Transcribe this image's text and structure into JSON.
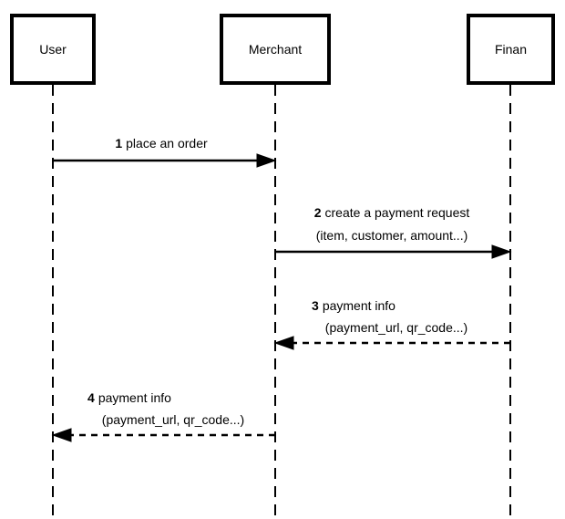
{
  "diagram_type": "uml-sequence",
  "colors": {
    "background": "#ffffff",
    "stroke": "#000000",
    "text": "#000000"
  },
  "actors": [
    {
      "id": "user",
      "label": "User"
    },
    {
      "id": "merchant",
      "label": "Merchant"
    },
    {
      "id": "finan",
      "label": "Finan"
    }
  ],
  "messages": [
    {
      "seq": "1",
      "label": "place an order",
      "params": "",
      "from": "User",
      "to": "Merchant",
      "line_style": "solid"
    },
    {
      "seq": "2",
      "label": "create a payment request",
      "params": "(item, customer, amount...)",
      "from": "Merchant",
      "to": "Finan",
      "line_style": "solid"
    },
    {
      "seq": "3",
      "label": "payment info",
      "params": "(payment_url, qr_code...)",
      "from": "Finan",
      "to": "Merchant",
      "line_style": "dashed"
    },
    {
      "seq": "4",
      "label": "payment info",
      "params": "(payment_url, qr_code...)",
      "from": "Merchant",
      "to": "User",
      "line_style": "dashed"
    }
  ]
}
